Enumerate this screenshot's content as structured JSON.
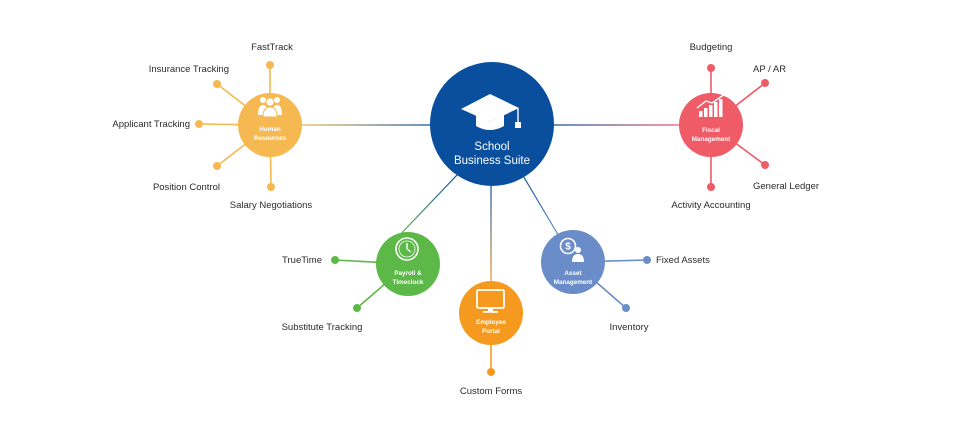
{
  "center": {
    "lines": [
      "School",
      "Business Suite"
    ],
    "color": "#0a4f9e",
    "icon": "graduation-cap-icon"
  },
  "hubs": [
    {
      "id": "human-resources",
      "lines": [
        "Human",
        "Resources"
      ],
      "color": "#f6b850",
      "icon": "people-icon",
      "leaves": [
        "FastTrack",
        "Insurance Tracking",
        "Applicant Tracking",
        "Position Control",
        "Salary Negotiations"
      ]
    },
    {
      "id": "fiscal-management",
      "lines": [
        "Fiscal",
        "Management"
      ],
      "color": "#ef5b67",
      "icon": "growth-chart-icon",
      "leaves": [
        "Budgeting",
        "AP / AR",
        "General Ledger",
        "Activity Accounting"
      ]
    },
    {
      "id": "payroll-timeclock",
      "lines": [
        "Payroll &",
        "Timeclock"
      ],
      "color": "#5cb947",
      "icon": "clock-icon",
      "leaves": [
        "TrueTime",
        "Substitute Tracking"
      ]
    },
    {
      "id": "employee-portal",
      "lines": [
        "Employee",
        "Portal"
      ],
      "color": "#f59a1f",
      "icon": "monitor-icon",
      "leaves": [
        "Custom Forms"
      ]
    },
    {
      "id": "asset-management",
      "lines": [
        "Asset",
        "Management"
      ],
      "color": "#6a8dc9",
      "icon": "dollar-person-icon",
      "leaves": [
        "Fixed Assets",
        "Inventory"
      ]
    }
  ]
}
